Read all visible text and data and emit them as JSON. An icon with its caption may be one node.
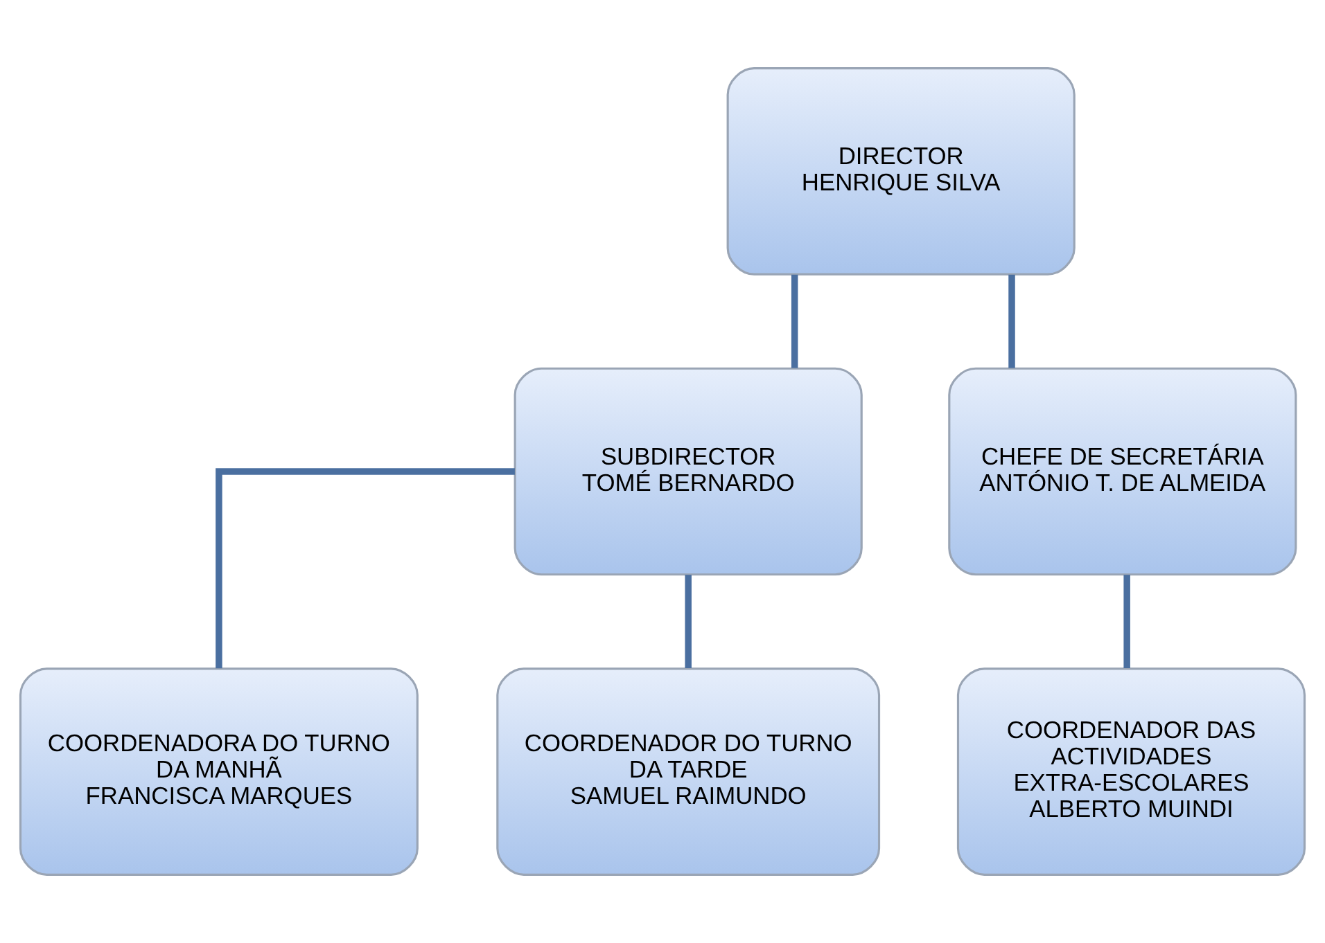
{
  "diagram": {
    "nodes": [
      {
        "text": [
          "DIRECTOR",
          "HENRIQUE SILVA"
        ]
      },
      {
        "text": [
          "SUBDIRECTOR",
          "TOMÉ BERNARDO"
        ]
      },
      {
        "text": [
          "CHEFE DE SECRETÁRIA",
          "ANTÓNIO T. DE ALMEIDA"
        ]
      },
      {
        "text": [
          "COORDENADORA DO TURNO DA MANHÃ",
          "FRANCISCA MARQUES"
        ]
      },
      {
        "text": [
          "COORDENADOR DO TURNO DA TARDE",
          "SAMUEL RAIMUNDO"
        ]
      },
      {
        "text": [
          "COORDENADOR DAS ACTIVIDADES EXTRA-ESCOLARES",
          "ALBERTO MUINDI"
        ]
      }
    ],
    "edges": [
      {
        "from": 0,
        "to": 1,
        "arrow": "none"
      },
      {
        "from": 0,
        "to": 2,
        "arrow": "none"
      },
      {
        "from": 1,
        "to": 3,
        "arrow": "none"
      },
      {
        "from": 1,
        "to": 4,
        "arrow": "none"
      },
      {
        "from": 2,
        "to": 5,
        "arrow": "none"
      }
    ]
  }
}
